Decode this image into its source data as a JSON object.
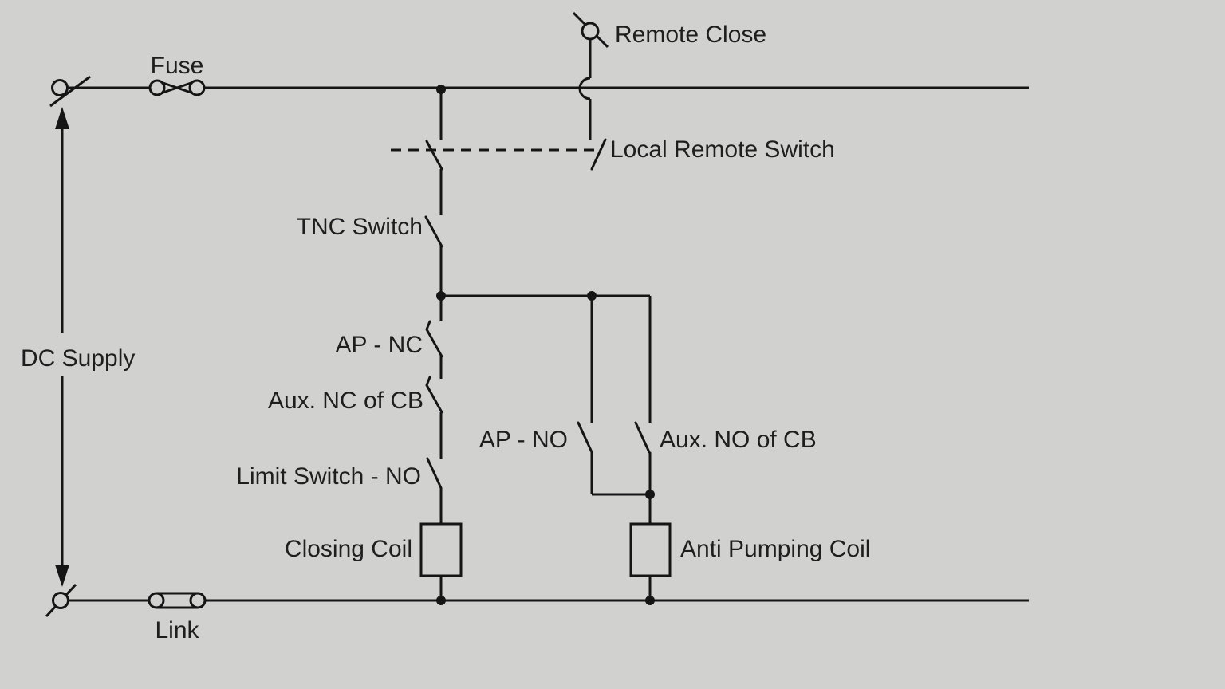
{
  "colors": {
    "background": "#d1d1d0",
    "line": "#151515",
    "text": "#1e1e1e"
  },
  "labels": {
    "fuse": "Fuse",
    "remote_close": "Remote Close",
    "local_remote_switch": "Local Remote Switch",
    "tnc_switch": "TNC Switch",
    "dc_supply": "DC Supply",
    "ap_nc": "AP - NC",
    "aux_nc_of_cb": "Aux. NC of CB",
    "limit_switch_no": "Limit Switch - NO",
    "ap_no": "AP - NO",
    "aux_no_of_cb": "Aux. NO of CB",
    "closing_coil": "Closing Coil",
    "anti_pumping_coil": "Anti Pumping Coil",
    "link": "Link"
  }
}
